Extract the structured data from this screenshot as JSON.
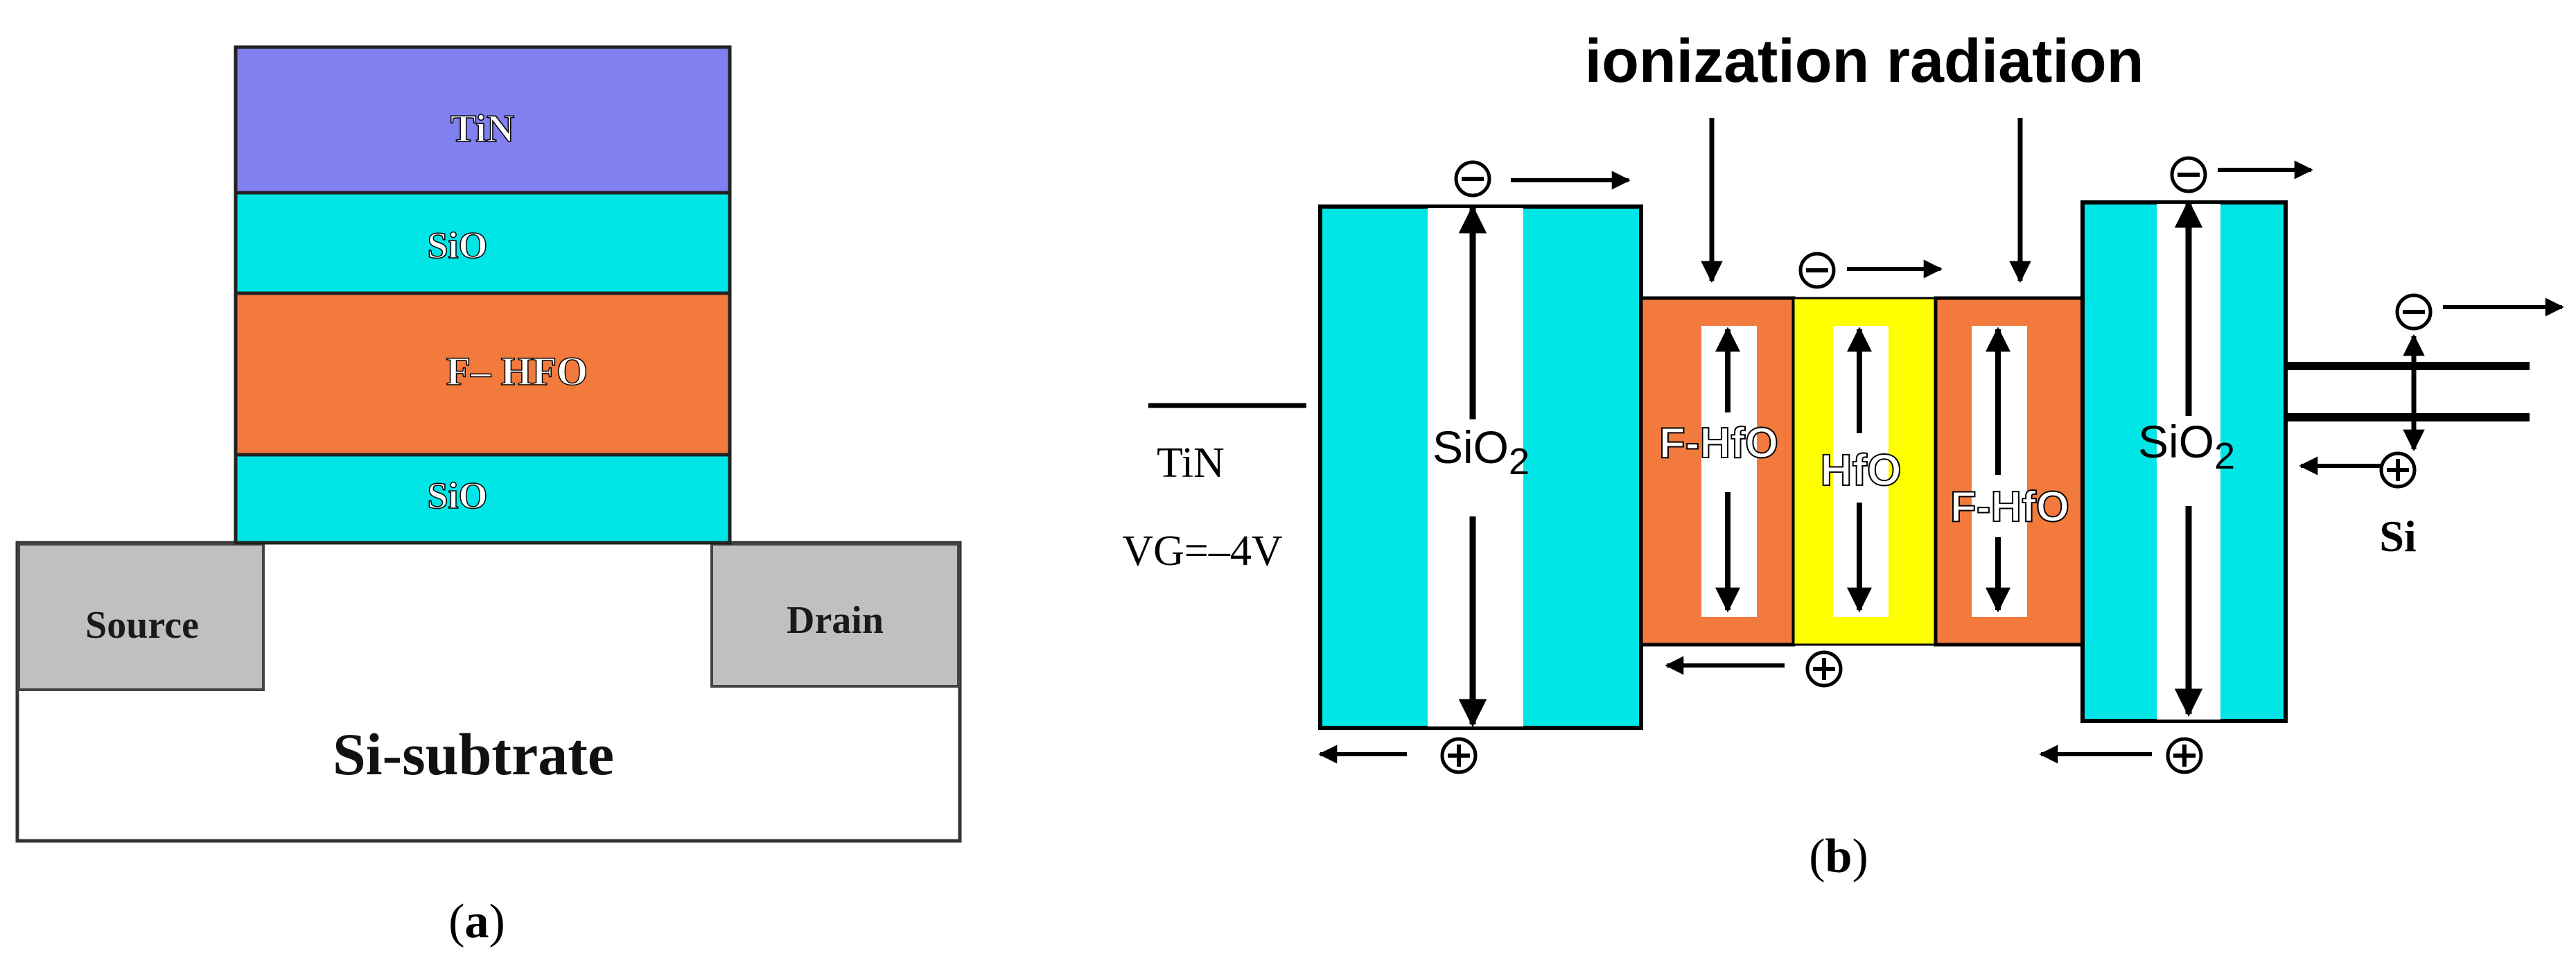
{
  "panel_a": {
    "caption_open": "(",
    "caption_letter": "a",
    "caption_close": ")",
    "layers": {
      "tin": {
        "label": "TiN",
        "color": "#8080f0"
      },
      "sio_top": {
        "label": "SiO",
        "color": "#00e6e6"
      },
      "fhfo": {
        "label": "F– HFO",
        "color": "#f27a3c"
      },
      "sio_bottom": {
        "label": "SiO",
        "color": "#00e6e6"
      }
    },
    "source": {
      "label": "Source",
      "color": "#c0c0c0"
    },
    "drain": {
      "label": "Drain",
      "color": "#c0c0c0"
    },
    "substrate": {
      "label": "Si-subtrate"
    }
  },
  "panel_b": {
    "caption_open": "(",
    "caption_letter": "b",
    "caption_close": ")",
    "title": "ionization radiation",
    "tin_label": "TiN",
    "vg_label": "VG=–4V",
    "si_label": "Si",
    "sio2_left": {
      "main": "SiO",
      "sub": "2"
    },
    "sio2_right": {
      "main": "SiO",
      "sub": "2"
    },
    "fhfo_left": "F-HfO",
    "hfo": "HfO",
    "fhfo_right": "F-HfO",
    "colors": {
      "sio2": "#00e6e6",
      "fhfo": "#f27a3c",
      "hfo": "#ffff00"
    }
  }
}
